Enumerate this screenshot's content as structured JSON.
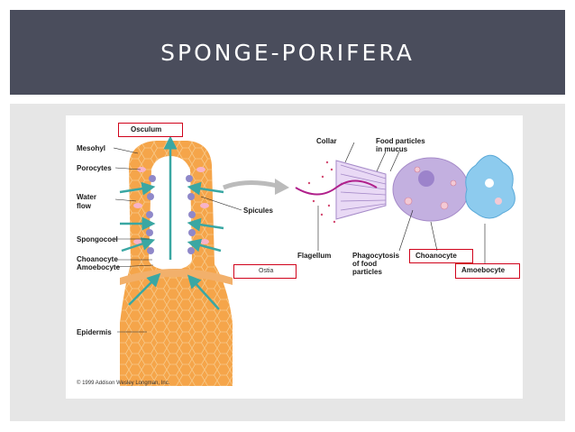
{
  "slide": {
    "title": "SPONGE-PORIFERA"
  },
  "labels": {
    "osculum": "Osculum",
    "mesohyl": "Mesohyl",
    "porocytes": "Porocytes",
    "water_flow_1": "Water",
    "water_flow_2": "flow",
    "spicules": "Spicules",
    "spongocoel": "Spongocoel",
    "choanocyte_left": "Choanocyte",
    "amoebocyte_left": "Amoebocyte",
    "ostia": "Ostia",
    "epidermis": "Epidermis",
    "collar": "Collar",
    "food_particles_1": "Food particles",
    "food_particles_2": "in mucus",
    "flagellum": "Flagellum",
    "phagocytosis_1": "Phagocytosis",
    "phagocytosis_2": "of food",
    "phagocytosis_3": "particles",
    "choanocyte_right": "Choanocyte",
    "amoebocyte_right": "Amoebocyte"
  },
  "copyright": "© 1999 Addison Wesley Longman, Inc.",
  "colors": {
    "title_bar": "#4a4d5c",
    "highlight_box": "#d0021b",
    "body_orange": "#f39a3c",
    "water_arrow": "#3aa7a3",
    "choanocyte_purple": "#b7a3d9",
    "amoebocyte_blue": "#7fc3e8"
  }
}
